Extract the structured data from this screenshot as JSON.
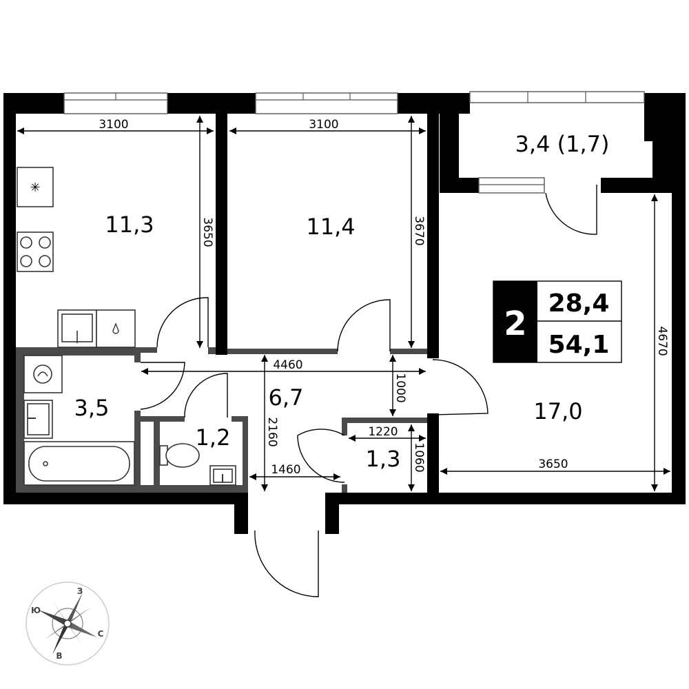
{
  "rooms": [
    {
      "id": "kitchen",
      "area": "11,3"
    },
    {
      "id": "bedroom",
      "area": "11,4"
    },
    {
      "id": "balcony",
      "area": "3,4 (1,7)"
    },
    {
      "id": "living",
      "area": "17,0"
    },
    {
      "id": "hall",
      "area": "6,7"
    },
    {
      "id": "bathroom",
      "area": "3,5"
    },
    {
      "id": "wc",
      "area": "1,2"
    },
    {
      "id": "closet",
      "area": "1,3"
    }
  ],
  "dimensions": {
    "kitchen_width": "3100",
    "kitchen_length": "3650",
    "bedroom_width": "3100",
    "bedroom_length": "3670",
    "living_length": "4670",
    "living_width": "3650",
    "hall_width": "4460",
    "hall_depth": "2160",
    "corridor_width": "1000",
    "closet_width": "1220",
    "closet_depth": "1060",
    "entry_width": "1460"
  },
  "summary": {
    "rooms_count": "2",
    "living_area": "28,4",
    "total_area": "54,1"
  },
  "compass": {
    "n": "З",
    "w": "Ю",
    "e": "С",
    "s": "В"
  },
  "colors": {
    "wall": "#000000",
    "inner_wall": "#4a4a4a"
  }
}
